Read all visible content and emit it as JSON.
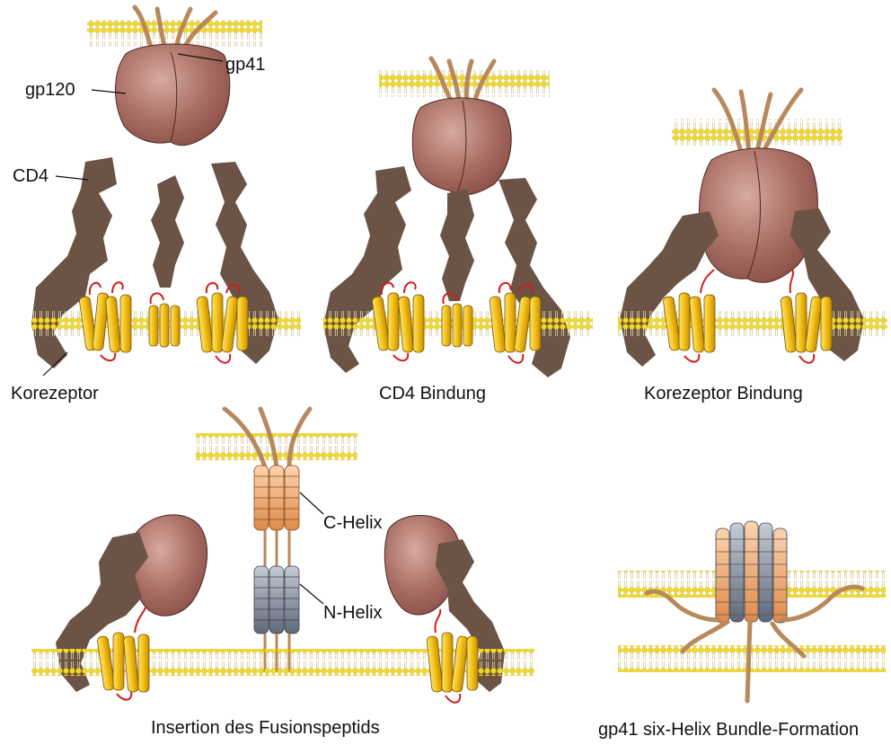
{
  "labels": {
    "gp41": "gp41",
    "gp120": "gp120",
    "cd4": "CD4",
    "korezeptor": "Korezeptor",
    "c_helix": "C-Helix",
    "n_helix": "N-Helix"
  },
  "captions": {
    "panel1": "",
    "panel2": "CD4 Bindung",
    "panel3": "Korezeptor Bindung",
    "panel4": "Insertion des Fusionspeptids",
    "panel5": "gp41 six-Helix Bundle-Formation"
  },
  "colors": {
    "membrane_head": "#f2dc2a",
    "membrane_tail": "#d9cfa0",
    "gp120": "#a66b62",
    "gp120_dark": "#8a5048",
    "gp41_tail": "#b8895c",
    "cd4": "#6b5445",
    "coreceptor": "#f5c21e",
    "coreceptor_loop": "#d21c1c",
    "c_helix": "#f0a46a",
    "n_helix": "#7f8796"
  }
}
